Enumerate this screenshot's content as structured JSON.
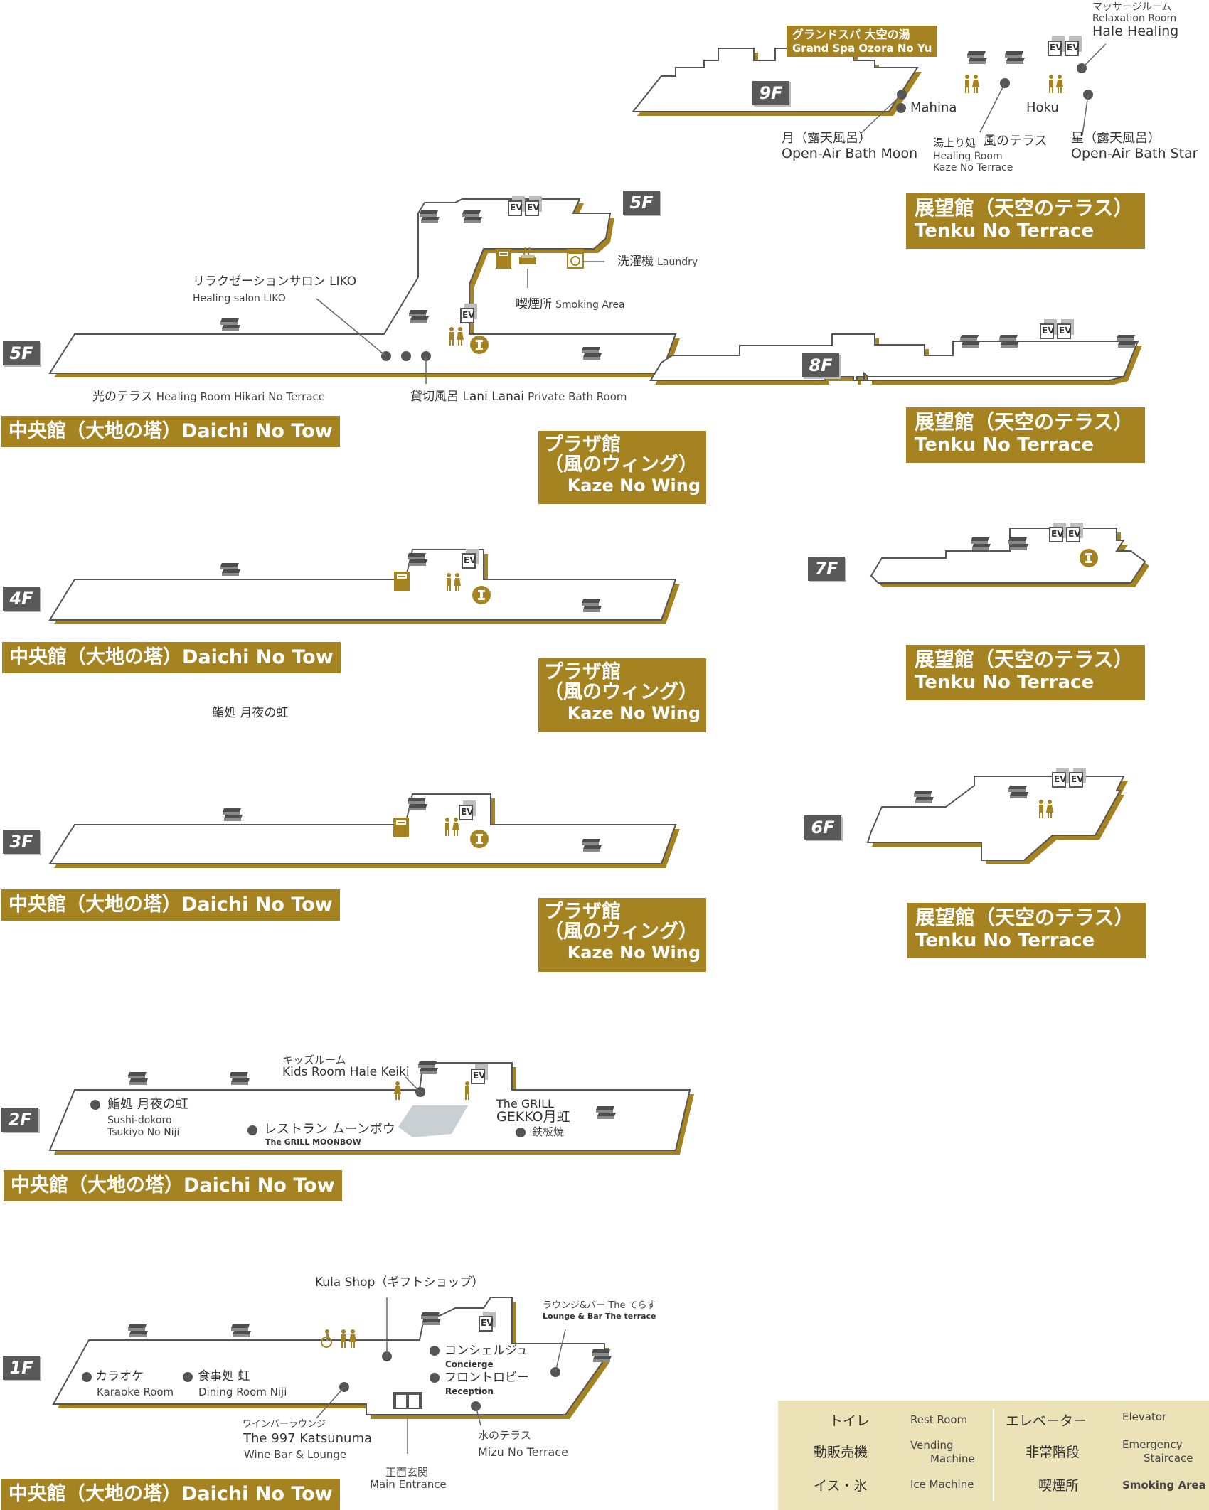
{
  "floor_tags": [
    "9F",
    "5F",
    "5F",
    "8F",
    "4F",
    "7F",
    "3F",
    "6F",
    "2F",
    "1F"
  ],
  "buildings": {
    "center": "中央館（大地の塔）Daichi No Tow",
    "plaza_jp1": "プラザ館",
    "plaza_jp2": "（風のウィング）",
    "plaza_en": "Kaze No Wing",
    "tenku_jp": "展望館（天空のテラス）",
    "tenku_en": "Tenku No Terrace"
  },
  "spa": {
    "jp": "グランドスパ 大空の湯",
    "en": "Grand Spa Ozora No Yu"
  },
  "icons": {
    "ev": "EV",
    "ice": "I"
  },
  "labels_9f": {
    "massage_jp": "マッサージルーム",
    "massage_en1": "Relaxation Room",
    "massage_en2": "Hale Healing",
    "mahina": "Mahina",
    "hoku": "Hoku",
    "moon_jp": "月（露天風呂）",
    "moon_en": "Open-Air Bath Moon",
    "kaze_jp1": "湯上り処",
    "kaze_jp2": "風のテラス",
    "kaze_en1": "Healing Room",
    "kaze_en2": "Kaze No Terrace",
    "star_jp": "星（露天風呂）",
    "star_en": "Open-Air Bath Star"
  },
  "labels_5f": {
    "laundry_jp": "洗濯機",
    "laundry_en": "Laundry",
    "liko_jp": "リラクゼーションサロン LIKO",
    "liko_en": "Healing salon LIKO",
    "smoke_jp": "喫煙所",
    "smoke_en": "Smoking Area",
    "hikari_jp": "光のテラス",
    "hikari_en": "Healing Room Hikari No Terrace",
    "lani_jp": "貸切風呂 Lani Lanai",
    "lani_en": "Private Bath Room"
  },
  "labels_4f": {
    "sushi_note": "鮨処 月夜の虹"
  },
  "labels_2f": {
    "kids_jp": "キッズルーム",
    "kids_en": "Kids Room Hale Keiki",
    "sushi_jp": "鮨処 月夜の虹",
    "sushi_en1": "Sushi-dokoro",
    "sushi_en2": "Tsukiyo No Niji",
    "moonbow_jp": "レストラン ムーンボウ",
    "moonbow_en": "The GRILL MOONBOW",
    "grill_en": "The GRILL",
    "gekko": "GEKKO月虹",
    "teppan": "鉄板焼"
  },
  "labels_1f": {
    "kula": "Kula Shop（ギフトショップ）",
    "lounge_jp": "ラウンジ&バー The てらす",
    "lounge_en": "Lounge & Bar The terrace",
    "karaoke_jp": "カラオケ",
    "karaoke_en": "Karaoke Room",
    "niji_jp": "食事処 虹",
    "niji_en": "Dining Room Niji",
    "concierge_jp": "コンシェルジュ",
    "concierge_en": "Concierge",
    "front_jp": "フロントロビー",
    "front_en": "Reception",
    "wine_jp": "ワインバーラウンジ",
    "wine_en1": "The 997 Katsunuma",
    "wine_en2": "Wine Bar & Lounge",
    "mizu_jp": "水のテラス",
    "mizu_en": "Mizu No Terrace",
    "entrance_jp": "正面玄関",
    "entrance_en": "Main Entrance"
  },
  "legend": {
    "restroom_jp": "トイレ",
    "restroom_en": "Rest Room",
    "vending_jp": "動販売機",
    "vending_en1": "Vending",
    "vending_en2": "Machine",
    "ice_jp": "イス・氷",
    "ice_en": "Ice Machine",
    "elevator_jp": "エレベーター",
    "elevator_en": "Elevator",
    "stairs_jp": "非常階段",
    "stairs_en1": "Emergency",
    "stairs_en2": "Staircace",
    "smoking_jp": "喫煙所",
    "smoking_en": "Smoking Area"
  },
  "colors": {
    "gold": "#a58321",
    "badge": "#595959",
    "legend_bg": "#ece2b8",
    "gray": "#666666"
  }
}
